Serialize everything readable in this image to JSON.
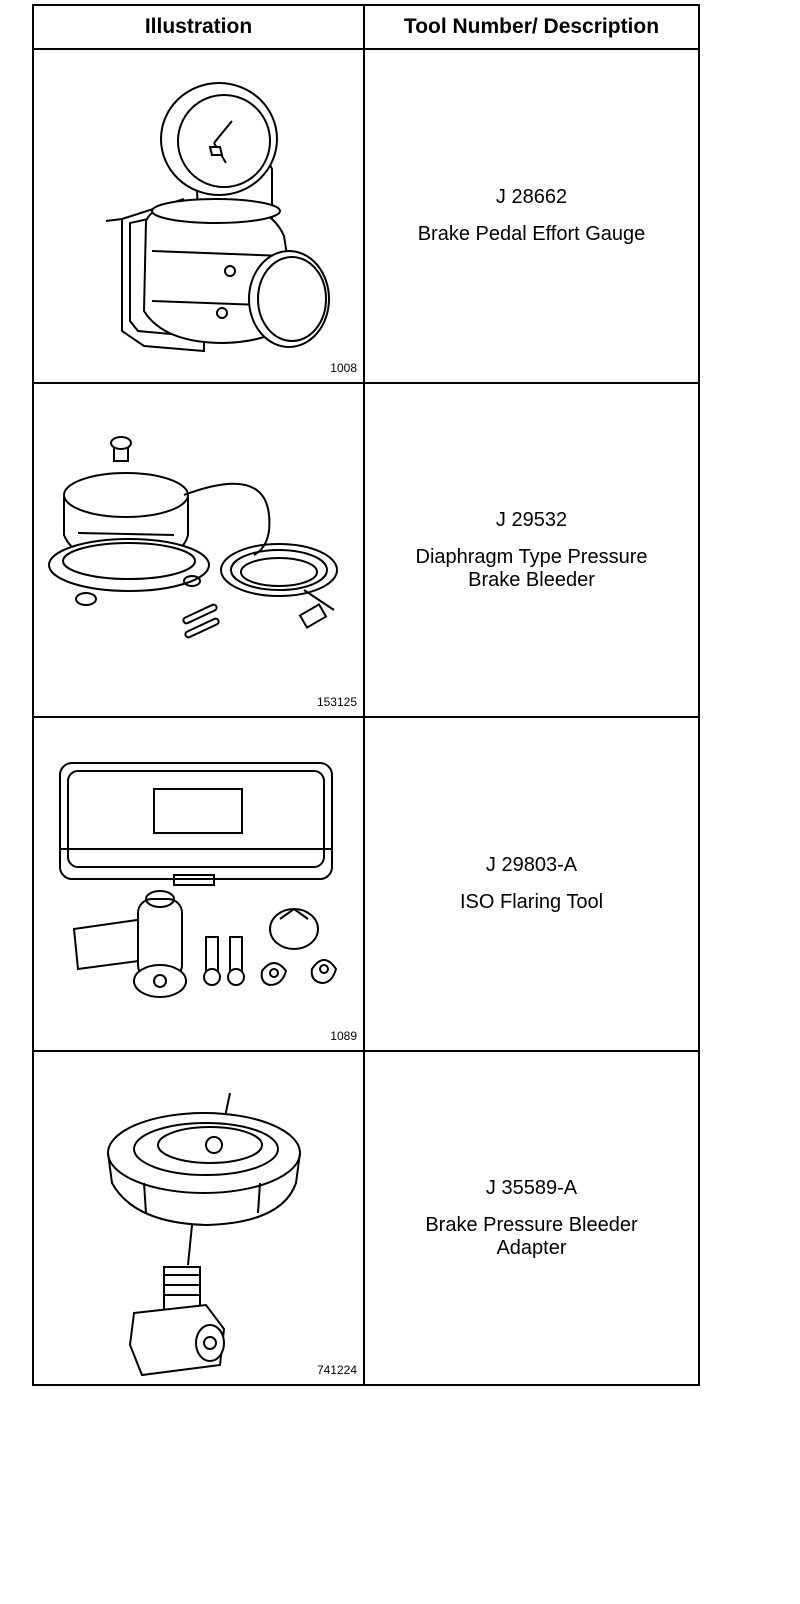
{
  "headers": {
    "illustration": "Illustration",
    "tool": "Tool Number/ Description"
  },
  "rows": [
    {
      "figure_id": "1008",
      "tool_number": "J 28662",
      "description": [
        "Brake Pedal Effort Gauge"
      ],
      "icon": "brake-pedal-effort-gauge-illustration"
    },
    {
      "figure_id": "153125",
      "tool_number": "J 29532",
      "description": [
        "Diaphragm Type Pressure",
        "Brake Bleeder"
      ],
      "icon": "pressure-bleeder-illustration"
    },
    {
      "figure_id": "1089",
      "tool_number": "J 29803-A",
      "description": [
        "ISO Flaring Tool"
      ],
      "icon": "flaring-tool-kit-illustration"
    },
    {
      "figure_id": "741224",
      "tool_number": "J 35589-A",
      "description": [
        "Brake Pressure Bleeder",
        "Adapter"
      ],
      "icon": "bleeder-adapter-illustration"
    }
  ]
}
